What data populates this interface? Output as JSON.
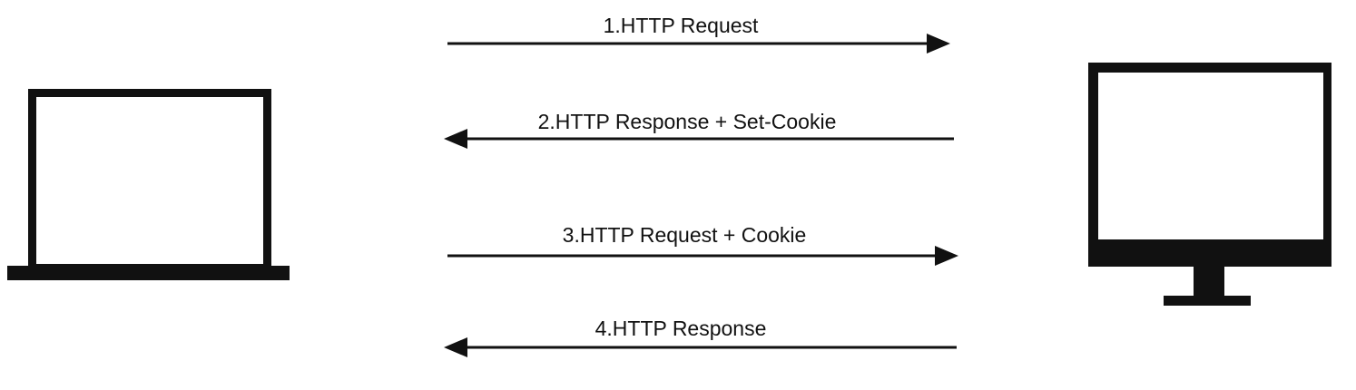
{
  "diagram": {
    "colors": {
      "stroke": "#111111",
      "background": "#ffffff"
    },
    "nodes": {
      "client": {
        "icon": "laptop-icon"
      },
      "server": {
        "icon": "desktop-monitor-icon"
      }
    },
    "messages": [
      {
        "label": "1.HTTP Request",
        "direction": "to-server"
      },
      {
        "label": "2.HTTP Response + Set-Cookie",
        "direction": "to-client"
      },
      {
        "label": "3.HTTP Request + Cookie",
        "direction": "to-server"
      },
      {
        "label": "4.HTTP Response",
        "direction": "to-client"
      }
    ]
  }
}
